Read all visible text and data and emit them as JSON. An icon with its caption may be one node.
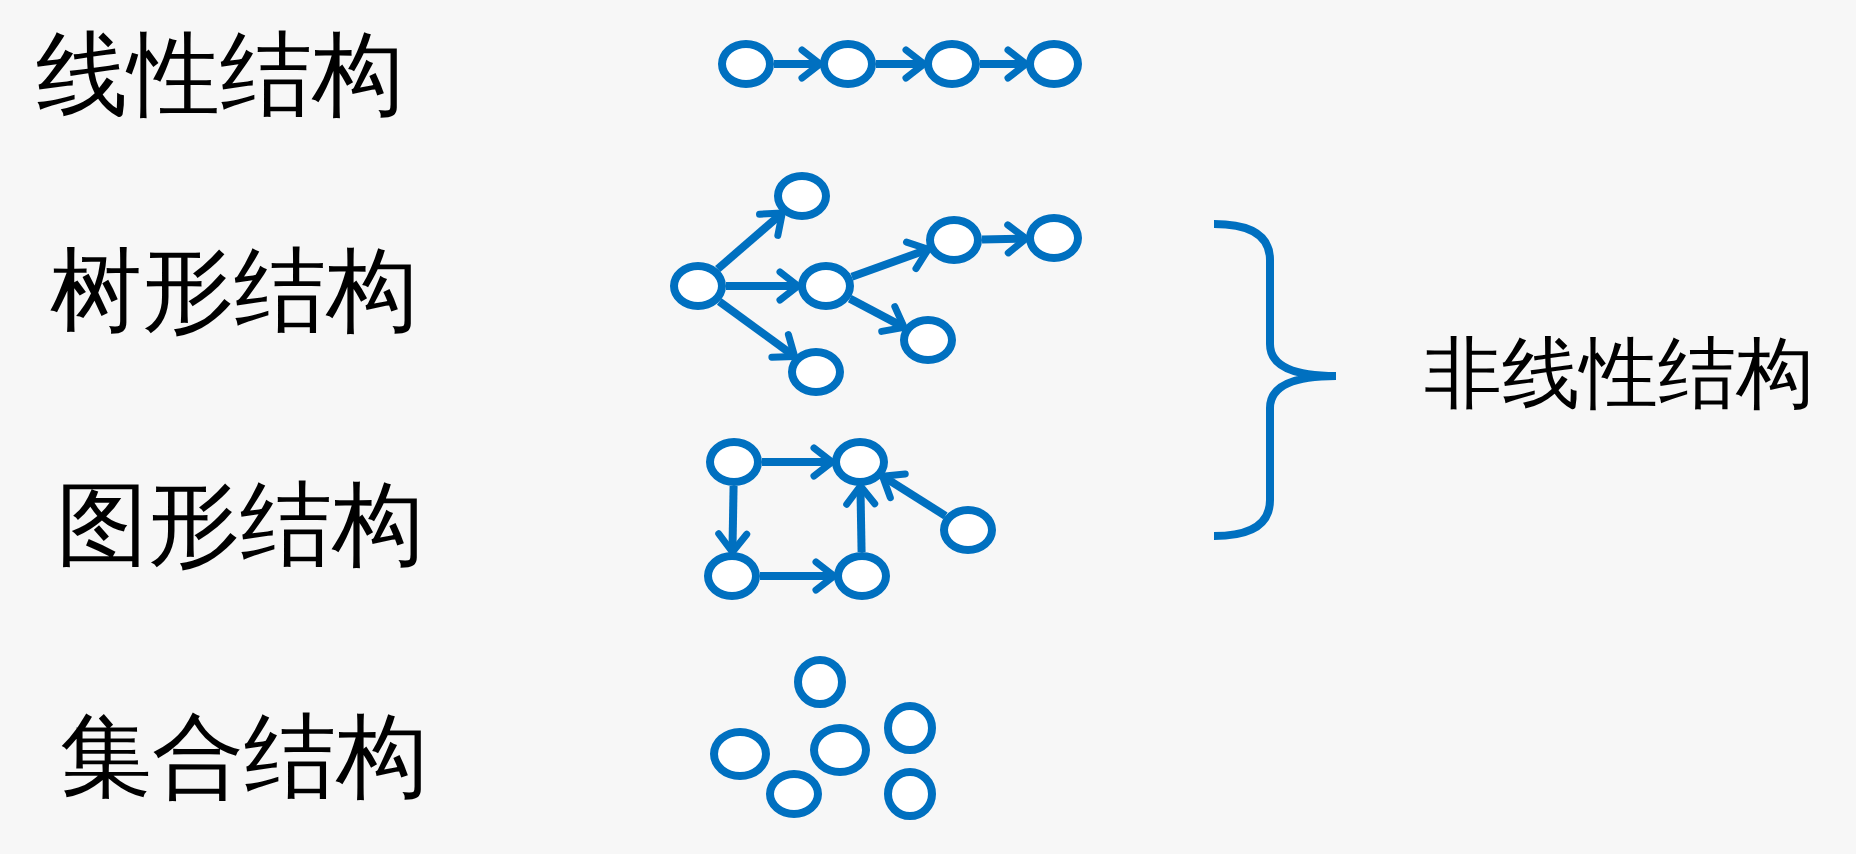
{
  "diagram": {
    "nodes": [
      {
        "text": [],
        "shape": "circle"
      },
      {
        "text": [],
        "shape": "circle"
      },
      {
        "text": [],
        "shape": "circle"
      },
      {
        "text": [],
        "shape": "circle"
      },
      {
        "text": [],
        "shape": "circle"
      },
      {
        "text": [],
        "shape": "circle"
      },
      {
        "text": [],
        "shape": "circle"
      },
      {
        "text": [],
        "shape": "circle"
      },
      {
        "text": [],
        "shape": "circle"
      },
      {
        "text": [],
        "shape": "circle"
      },
      {
        "text": [],
        "shape": "circle"
      },
      {
        "text": [],
        "shape": "circle"
      },
      {
        "text": [],
        "shape": "circle"
      },
      {
        "text": [],
        "shape": "circle"
      },
      {
        "text": [],
        "shape": "circle"
      },
      {
        "text": [],
        "shape": "circle"
      },
      {
        "text": [],
        "shape": "circle"
      },
      {
        "text": [],
        "shape": "circle"
      },
      {
        "text": [],
        "shape": "circle"
      },
      {
        "text": [],
        "shape": "circle"
      },
      {
        "text": [],
        "shape": "circle"
      },
      {
        "text": [],
        "shape": "circle"
      }
    ],
    "edges": [
      {
        "from": 0,
        "to": 1,
        "arrow": "to"
      },
      {
        "from": 1,
        "to": 2,
        "arrow": "to"
      },
      {
        "from": 2,
        "to": 3,
        "arrow": "to"
      },
      {
        "from": 4,
        "to": 5,
        "arrow": "to"
      },
      {
        "from": 4,
        "to": 7,
        "arrow": "to"
      },
      {
        "from": 4,
        "to": 6,
        "arrow": "to"
      },
      {
        "from": 7,
        "to": 9,
        "arrow": "to"
      },
      {
        "from": 7,
        "to": 8,
        "arrow": "to"
      },
      {
        "from": 9,
        "to": 10,
        "arrow": "to"
      },
      {
        "from": 11,
        "to": 13,
        "arrow": "to"
      },
      {
        "from": 11,
        "to": 12,
        "arrow": "to"
      },
      {
        "from": 12,
        "to": 14,
        "arrow": "to"
      },
      {
        "from": 14,
        "to": 13,
        "arrow": "to"
      },
      {
        "from": 15,
        "to": 13,
        "arrow": "to"
      }
    ],
    "labels": [
      "线性结构",
      "树形结构",
      "非线性结构",
      "图形结构",
      "集合结构"
    ]
  }
}
